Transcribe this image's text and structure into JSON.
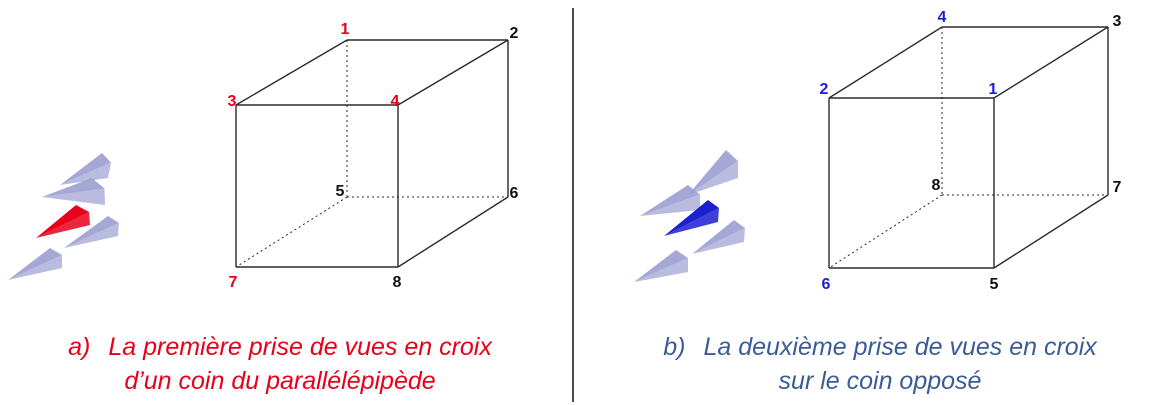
{
  "colors": {
    "accent_a": "#e8001b",
    "accent_b": "#1a1fd0",
    "caption_a": "#e8001b",
    "caption_b": "#3a5d96",
    "edge": "#2a2a2a",
    "camera": "#9b9fd0",
    "label_default": "#111111"
  },
  "icons": {
    "camera_marker": "wedge-icon"
  },
  "panel_a": {
    "vertex_labels": [
      {
        "text": "1",
        "highlight": true
      },
      {
        "text": "2",
        "highlight": false
      },
      {
        "text": "3",
        "highlight": true
      },
      {
        "text": "4",
        "highlight": true
      },
      {
        "text": "5",
        "highlight": false
      },
      {
        "text": "6",
        "highlight": false
      },
      {
        "text": "7",
        "highlight": true
      },
      {
        "text": "8",
        "highlight": false
      }
    ],
    "caption": {
      "prefix": "a)",
      "line1": "La première prise de vues en croix",
      "line2": "d’un coin du parallélépipède"
    }
  },
  "panel_b": {
    "vertex_labels": [
      {
        "text": "4",
        "highlight": true
      },
      {
        "text": "3",
        "highlight": false
      },
      {
        "text": "2",
        "highlight": true
      },
      {
        "text": "1",
        "highlight": true
      },
      {
        "text": "8",
        "highlight": false
      },
      {
        "text": "7",
        "highlight": false
      },
      {
        "text": "6",
        "highlight": true
      },
      {
        "text": "5",
        "highlight": false
      }
    ],
    "caption": {
      "prefix": "b)",
      "line1": "La deuxième prise de vues en croix",
      "line2": "sur le coin opposé"
    }
  }
}
